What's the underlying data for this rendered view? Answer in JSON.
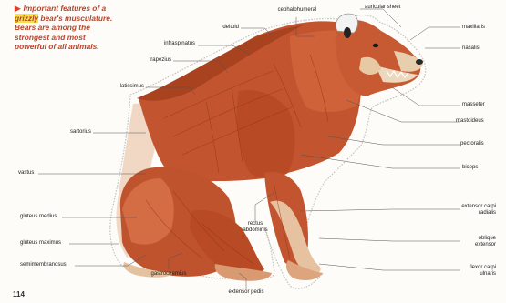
{
  "caption": {
    "before": "Important features of a ",
    "highlight": "grizzly",
    "after": " bear's musculature. Bears are among the strongest and most powerful of all animals."
  },
  "page_number": "114",
  "labels": {
    "cephalohumeral": "cephalohumeral",
    "auricular_sheet": "auricular sheet",
    "infraspinatus": "infraspinatus",
    "deltoid": "deltoid",
    "maxillaris": "maxillaris",
    "trapezius": "trapezius",
    "nasalis": "nasalis",
    "latissimus": "latissimus",
    "masseter": "masseter",
    "mastoideus": "mastoideus",
    "sartorius": "sartorius",
    "pectoralis": "pectoralis",
    "biceps": "biceps",
    "vastus": "vastus",
    "extensor_carpi_radialis": "extensor carpi\nradialis",
    "gluteus_medius": "gluteus medius",
    "rectus_abdominis": "rectus\nabdominis",
    "oblique_extensor": "oblique\nextensor",
    "gluteus_maximus": "gluteus maximus",
    "semimembranosus": "semimembranosus",
    "gastrocnemius": "gastrocnemius",
    "extensor_pedis": "extensor pedis",
    "flexor_carpi_ulnaris": "flexor carpi\nulnaris"
  },
  "colors": {
    "muscle": "#c2552f",
    "muscle_dark": "#9a3a1c",
    "muscle_light": "#d9774d",
    "tendon": "#f1dcc4",
    "bone": "#e9d3b5",
    "fur_outline": "#bdbdbd",
    "caption": "#b8432a",
    "highlight": "#f4e24a"
  }
}
